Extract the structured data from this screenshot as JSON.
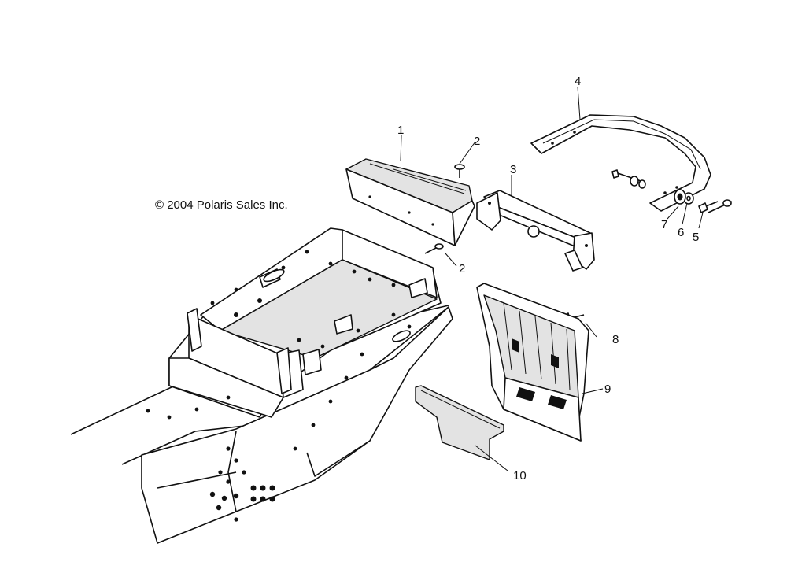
{
  "copyright": "© 2004 Polaris Sales Inc.",
  "callouts": [
    {
      "id": "1",
      "label": "1",
      "part": "seat-pad"
    },
    {
      "id": "2a",
      "label": "2",
      "part": "push-rivet-upper"
    },
    {
      "id": "2b",
      "label": "2",
      "part": "push-rivet-lower"
    },
    {
      "id": "3",
      "label": "3",
      "part": "bumper-bracket"
    },
    {
      "id": "4",
      "label": "4",
      "part": "rear-bumper"
    },
    {
      "id": "5",
      "label": "5",
      "part": "bolt"
    },
    {
      "id": "6",
      "label": "6",
      "part": "washer"
    },
    {
      "id": "7",
      "label": "7",
      "part": "lock-washer"
    },
    {
      "id": "8",
      "label": "8",
      "part": "push-rivet-flap"
    },
    {
      "id": "9",
      "label": "9",
      "part": "snow-flap"
    },
    {
      "id": "10",
      "label": "10",
      "part": "flap-plate"
    }
  ]
}
